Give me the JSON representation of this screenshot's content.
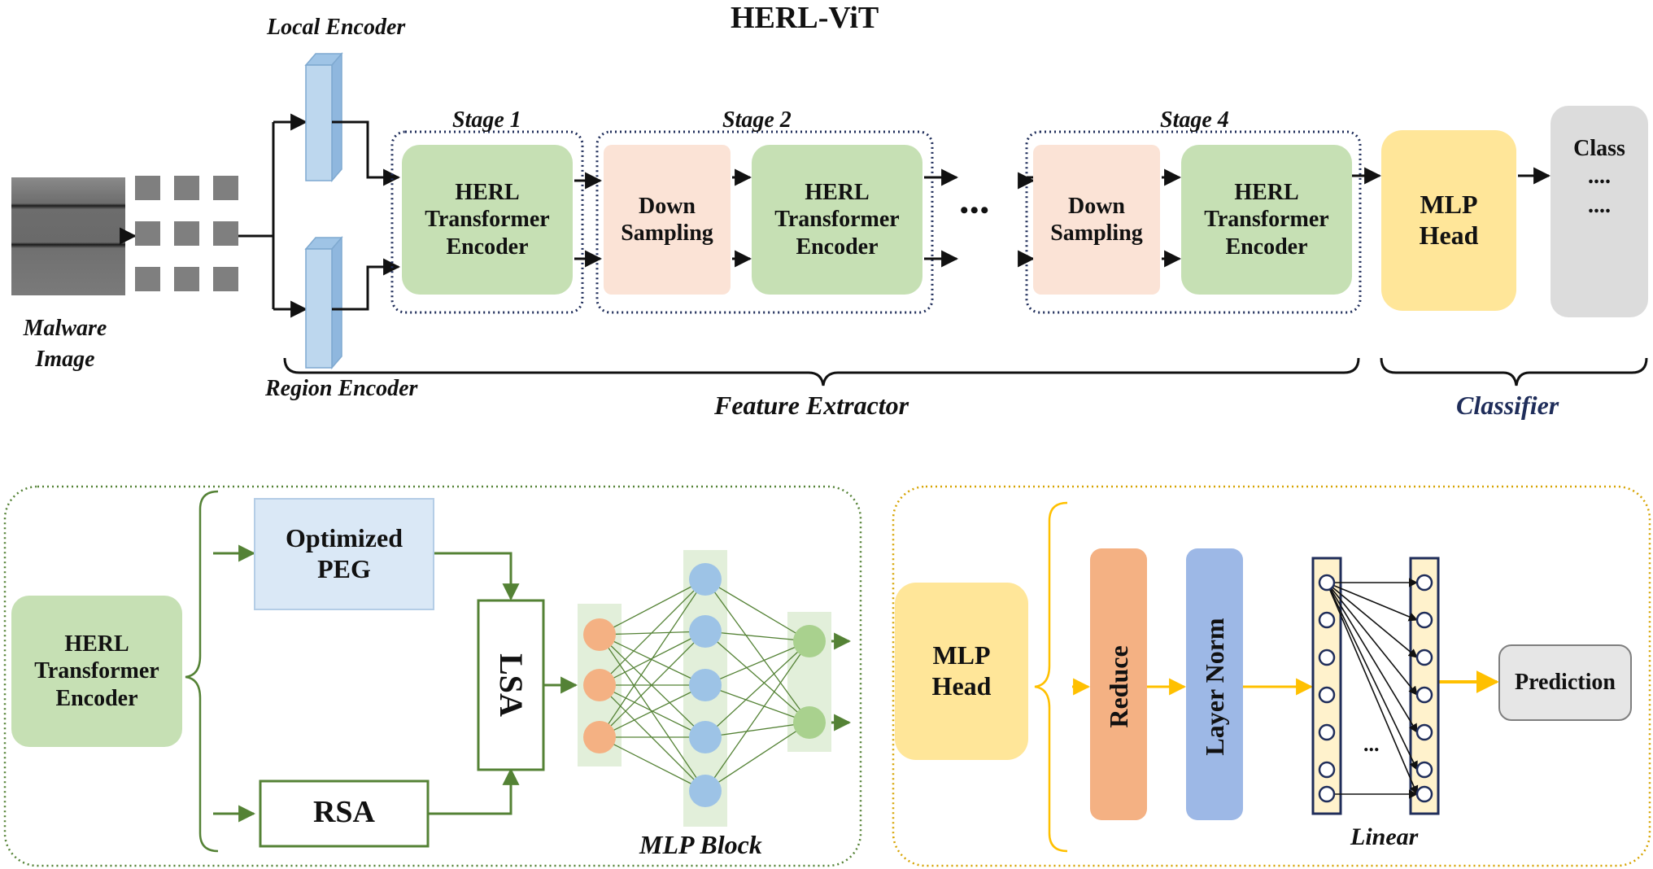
{
  "title": "HERL-ViT",
  "input": {
    "label_line1": "Malware",
    "label_line2": "Image"
  },
  "encoders": {
    "local": "Local Encoder",
    "region": "Region Encoder"
  },
  "stages": {
    "stage1": "Stage 1",
    "stage2": "Stage 2",
    "stage4": "Stage 4"
  },
  "blocks": {
    "herl_line1": "HERL",
    "herl_line2": "Transformer",
    "herl_line3": "Encoder",
    "down_line1": "Down",
    "down_line2": "Sampling",
    "mlp_line1": "MLP",
    "mlp_line2": "Head",
    "class_line1": "Class",
    "class_line2": "....",
    "class_line3": "....",
    "ellipsis": "•••"
  },
  "braces": {
    "feature_extractor": "Feature Extractor",
    "classifier": "Classifier"
  },
  "encoder_detail": {
    "herl_line1": "HERL",
    "herl_line2": "Transformer",
    "herl_line3": "Encoder",
    "peg_line1": "Optimized",
    "peg_line2": "PEG",
    "lsa": "LSA",
    "rsa": "RSA",
    "mlp_block": "MLP Block"
  },
  "head_detail": {
    "mlp_line1": "MLP",
    "mlp_line2": "Head",
    "reduce": "Reduce",
    "layer_norm": "Layer Norm",
    "linear": "Linear",
    "dots": "...",
    "prediction": "Prediction"
  },
  "colors": {
    "green_block": "#c6e0b4",
    "peach_block": "#fbe3d6",
    "yellow_block": "#ffe699",
    "grey_block": "#dcdcdc",
    "encoder_blue": "#bdd7ee",
    "node_orange": "#f4b183",
    "node_blue": "#9dc3e6",
    "node_green": "#a9d18e",
    "line_green": "#548235",
    "line_yellow": "#ffc000",
    "navy": "#1f2d5a",
    "classifier_text": "#1f2d5a"
  }
}
